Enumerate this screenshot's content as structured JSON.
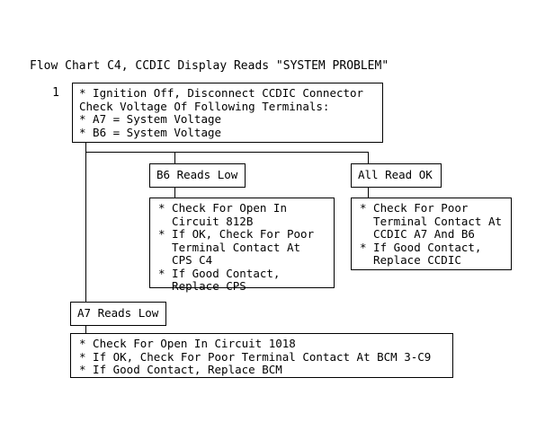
{
  "chart": {
    "type": "flowchart",
    "title": "Flow Chart C4, CCDIC Display Reads \"SYSTEM PROBLEM\"",
    "step_number": "1",
    "nodes": {
      "step1": {
        "name": "step-1-box",
        "lines": [
          "* Ignition Off, Disconnect CCDIC Connector",
          "Check Voltage Of Following Terminals:",
          "* A7 = System Voltage",
          "* B6 = System Voltage"
        ],
        "text": "* Ignition Off, Disconnect CCDIC Connector\nCheck Voltage Of Following Terminals:\n* A7 = System Voltage\n* B6 = System Voltage"
      },
      "branch_b6": {
        "name": "b6-reads-low",
        "label": "B6 Reads Low"
      },
      "branch_allok": {
        "name": "all-read-ok",
        "label": "All Read OK"
      },
      "branch_a7": {
        "name": "a7-reads-low",
        "label": "A7 Reads Low"
      },
      "action_cps": {
        "name": "cps-actions-box",
        "lines": [
          "* Check For Open In",
          "  Circuit 812B",
          "* If OK, Check For Poor",
          "  Terminal Contact At",
          "  CPS C4",
          "* If Good Contact,",
          "  Replace CPS"
        ],
        "text": "* Check For Open In\n  Circuit 812B\n* If OK, Check For Poor\n  Terminal Contact At\n  CPS C4\n* If Good Contact,\n  Replace CPS"
      },
      "action_ccdic": {
        "name": "ccdic-actions-box",
        "lines": [
          "* Check For Poor",
          "  Terminal Contact At",
          "  CCDIC A7 And B6",
          "* If Good Contact,",
          "  Replace CCDIC"
        ],
        "text": "* Check For Poor\n  Terminal Contact At\n  CCDIC A7 And B6\n* If Good Contact,\n  Replace CCDIC"
      },
      "action_bcm": {
        "name": "bcm-actions-box",
        "lines": [
          "* Check For Open In Circuit 1018",
          "* If OK, Check For Poor Terminal Contact At BCM 3-C9",
          "* If Good Contact, Replace BCM"
        ],
        "text": "* Check For Open In Circuit 1018\n* If OK, Check For Poor Terminal Contact At BCM 3-C9\n* If Good Contact, Replace BCM"
      }
    },
    "colors": {
      "background": "#ffffff",
      "line": "#000000",
      "text": "#000000"
    }
  }
}
